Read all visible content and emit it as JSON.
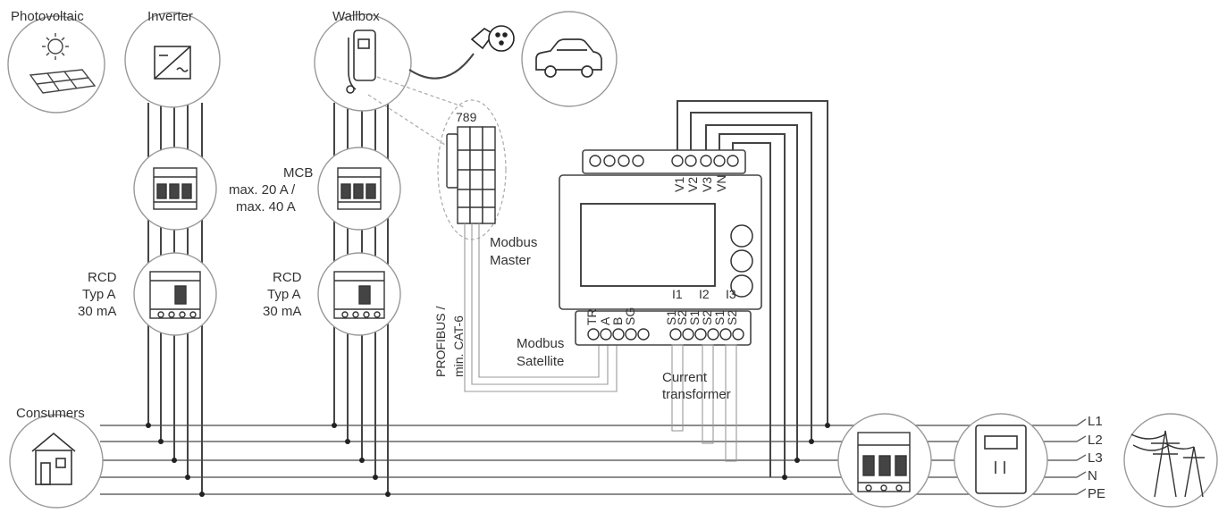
{
  "labels": {
    "photovoltaic": "Photovoltaic",
    "inverter": "Inverter",
    "wallbox": "Wallbox",
    "mcb_line1": "MCB",
    "mcb_line2": "max. 20 A /",
    "mcb_line3": "max. 40 A",
    "rcd_line1": "RCD",
    "rcd_line2": "Typ A",
    "rcd_line3": "30 mA",
    "rcd2_line1": "RCD",
    "rcd2_line2": "Typ A",
    "rcd2_line3": "30 mA",
    "terminal_789": "789",
    "modbus_master_1": "Modbus",
    "modbus_master_2": "Master",
    "profibus_1": "PROFIBUS /",
    "profibus_2": "min. CAT-6",
    "modbus_satellite_1": "Modbus",
    "modbus_satellite_2": "Satellite",
    "current_transformer_1": "Current",
    "current_transformer_2": "transformer",
    "consumers": "Consumers"
  },
  "meter_terminals_top": [
    "V1",
    "V2",
    "V3",
    "VN"
  ],
  "meter_terminals_bottom": [
    "TR",
    "A",
    "B",
    "SG",
    "S1",
    "S2",
    "S1",
    "S2",
    "S1",
    "S2"
  ],
  "meter_current_inputs": [
    "I1",
    "I2",
    "I3"
  ],
  "bus_lines": [
    "L1",
    "L2",
    "L3",
    "N",
    "PE"
  ]
}
